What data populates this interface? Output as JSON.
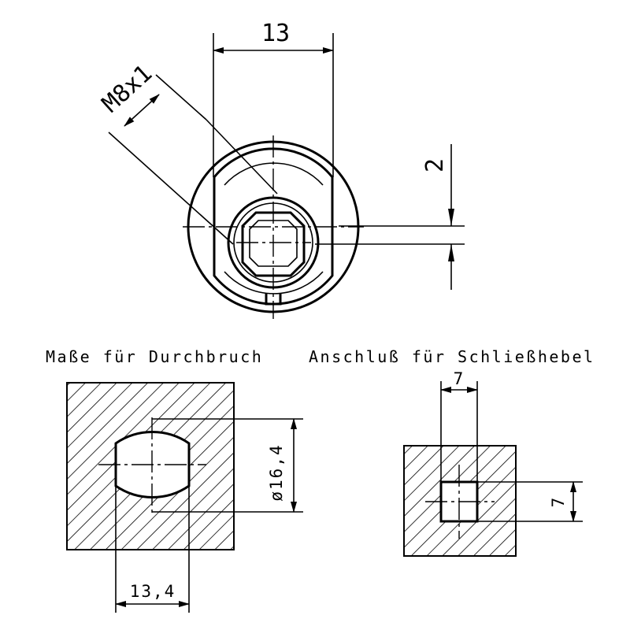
{
  "top_view": {
    "dim_width": "13",
    "dim_thread": "M8x1",
    "dim_offset": "2"
  },
  "cutout": {
    "caption": "Maße für Durchbruch",
    "dim_diameter": "ø16,4",
    "dim_width": "13,4"
  },
  "lever": {
    "caption": "Anschluß für Schließhebel",
    "dim_width": "7",
    "dim_height": "7"
  },
  "colors": {
    "line": "#000000",
    "background": "#ffffff"
  }
}
